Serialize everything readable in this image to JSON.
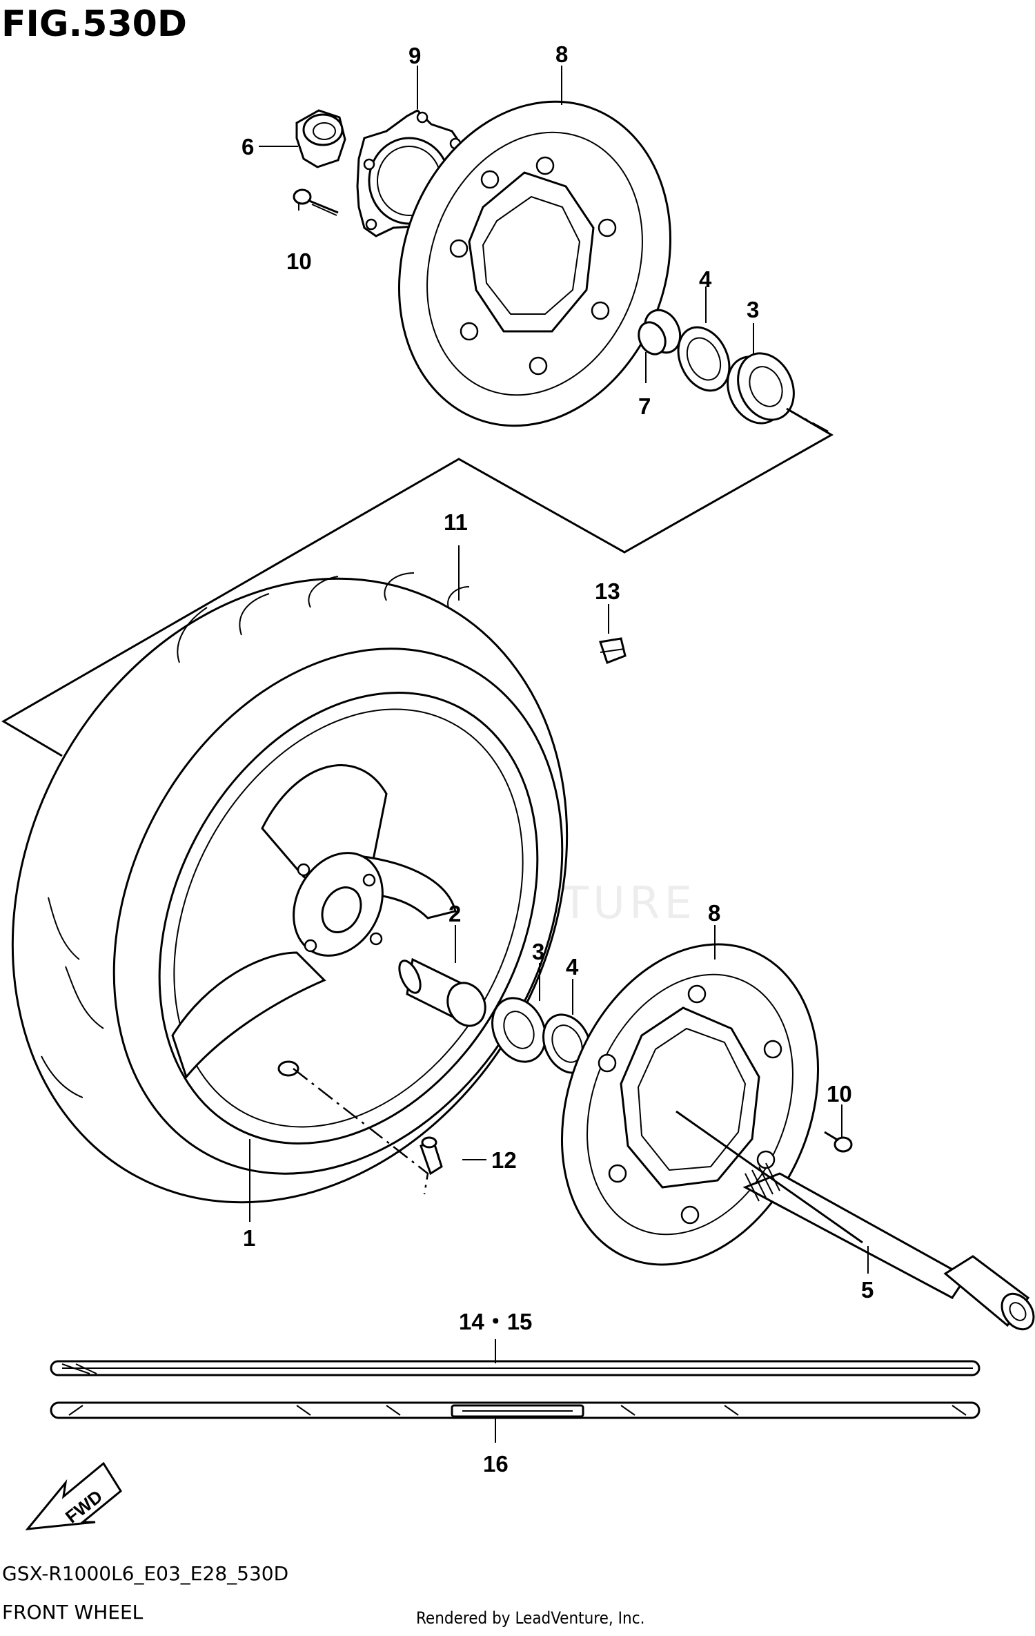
{
  "figure": {
    "title": "FIG.530D",
    "code": "GSX-R1000L6_E03_E28_530D",
    "name": "FRONT WHEEL",
    "credit": "Rendered by LeadVenture, Inc.",
    "watermark": "ADVENTURE"
  },
  "fwd_label": "FWD",
  "callouts": [
    {
      "id": "c9",
      "label": "9"
    },
    {
      "id": "c8a",
      "label": "8"
    },
    {
      "id": "c6",
      "label": "6"
    },
    {
      "id": "c10a",
      "label": "10"
    },
    {
      "id": "c4a",
      "label": "4"
    },
    {
      "id": "c3a",
      "label": "3"
    },
    {
      "id": "c7",
      "label": "7"
    },
    {
      "id": "c11",
      "label": "11"
    },
    {
      "id": "c13",
      "label": "13"
    },
    {
      "id": "c2",
      "label": "2"
    },
    {
      "id": "c8b",
      "label": "8"
    },
    {
      "id": "c3b",
      "label": "3"
    },
    {
      "id": "c4b",
      "label": "4"
    },
    {
      "id": "c10b",
      "label": "10"
    },
    {
      "id": "c12",
      "label": "12"
    },
    {
      "id": "c1",
      "label": "1"
    },
    {
      "id": "c5",
      "label": "5"
    },
    {
      "id": "c1415",
      "label": "14・15"
    },
    {
      "id": "c16",
      "label": "16"
    }
  ]
}
